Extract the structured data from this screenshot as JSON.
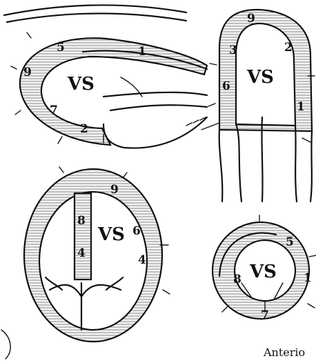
{
  "cavity_label": "VS",
  "caption_fragment": "Anterio",
  "views": [
    {
      "name": "parasternal-long-axis",
      "segments": [
        "5",
        "9",
        "1",
        "7",
        "2"
      ]
    },
    {
      "name": "apical-two-chamber",
      "segments": [
        "9",
        "3",
        "2",
        "6",
        "1"
      ]
    },
    {
      "name": "apical-four-chamber",
      "segments": [
        "9",
        "8",
        "6",
        "4",
        "4"
      ]
    },
    {
      "name": "short-axis",
      "segments": [
        "5",
        "8",
        "7",
        "1"
      ]
    }
  ],
  "colors": {
    "ink": "#111111",
    "paper": "#ffffff",
    "hatch": "#8a8a8a"
  }
}
